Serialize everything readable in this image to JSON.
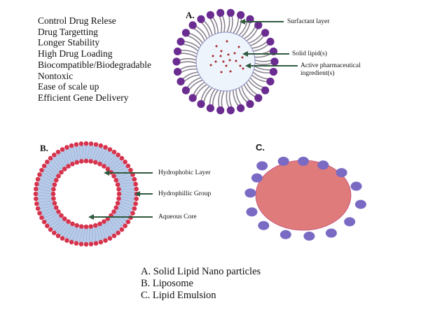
{
  "properties": [
    "Control Drug Relese",
    "Drug Targetting",
    "Longer Stability",
    "High Drug Loading",
    "Biocompatible/Biodegradable",
    "Nontoxic",
    "Ease of scale up",
    "Efficient Gene Delivery"
  ],
  "panels": {
    "a": {
      "label": "A.",
      "annotations": {
        "surfactant": "Surfactant layer",
        "solid_lipid": "Solid lipid(s)",
        "api_line1": "Active pharmaceutical",
        "api_line2": "ingredient(s)"
      }
    },
    "b": {
      "label": "B.",
      "annotations": {
        "hydrophobic": "Hydrophobic Layer",
        "hydrophilic": "Hydrophillic Group",
        "core": "Aqueous Core"
      }
    },
    "c": {
      "label": "C."
    }
  },
  "legend": [
    "A. Solid Lipid Nano particles",
    "B. Liposome",
    "C. Lipid Emulsion"
  ],
  "colors": {
    "surfactant_head": "#6b2c91",
    "surfactant_tail": "#8a8290",
    "lipid_core": "#eef4fb",
    "drug_dot": "#a3262a",
    "arrow": "#2f5a3e",
    "liposome_head": "#d6334d",
    "liposome_tail": "#b8cbe8",
    "emulsion_core": "#df7b7b",
    "emulsion_shell": "#7a6ac4"
  }
}
